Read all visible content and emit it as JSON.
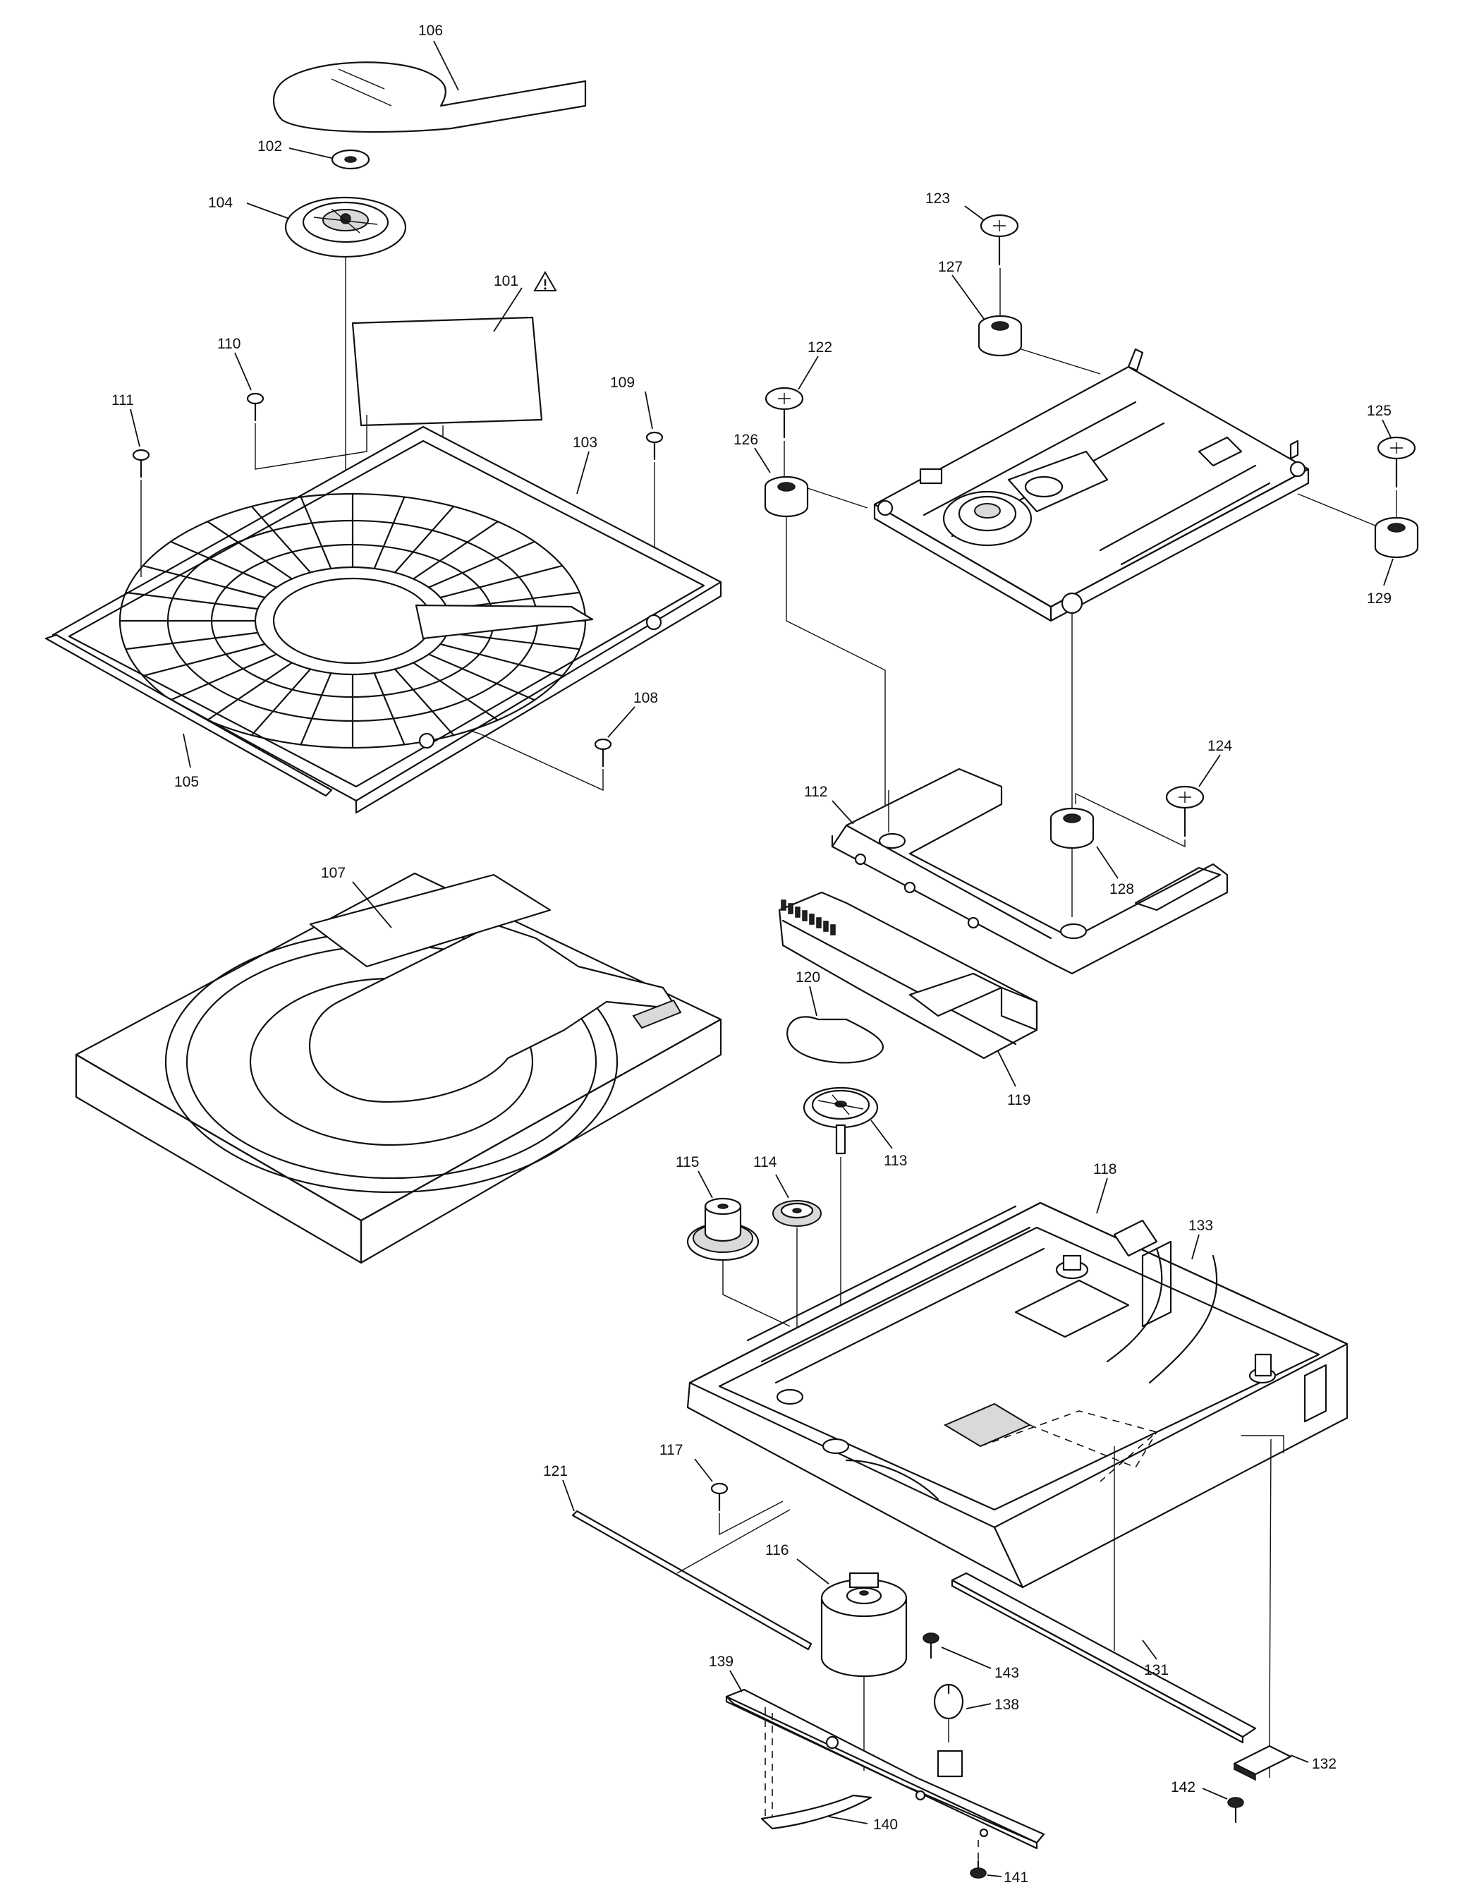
{
  "callouts": [
    {
      "id": "106",
      "text": "106"
    },
    {
      "id": "102",
      "text": "102"
    },
    {
      "id": "104",
      "text": "104"
    },
    {
      "id": "101",
      "text": "101"
    },
    {
      "id": "110",
      "text": "110"
    },
    {
      "id": "111",
      "text": "111"
    },
    {
      "id": "109",
      "text": "109"
    },
    {
      "id": "103",
      "text": "103"
    },
    {
      "id": "108",
      "text": "108"
    },
    {
      "id": "105",
      "text": "105"
    },
    {
      "id": "107",
      "text": "107"
    },
    {
      "id": "123",
      "text": "123"
    },
    {
      "id": "127",
      "text": "127"
    },
    {
      "id": "122",
      "text": "122"
    },
    {
      "id": "126",
      "text": "126"
    },
    {
      "id": "125",
      "text": "125"
    },
    {
      "id": "129",
      "text": "129"
    },
    {
      "id": "124",
      "text": "124"
    },
    {
      "id": "112",
      "text": "112"
    },
    {
      "id": "128",
      "text": "128"
    },
    {
      "id": "120",
      "text": "120"
    },
    {
      "id": "119",
      "text": "119"
    },
    {
      "id": "113",
      "text": "113"
    },
    {
      "id": "115",
      "text": "115"
    },
    {
      "id": "114",
      "text": "114"
    },
    {
      "id": "118",
      "text": "118"
    },
    {
      "id": "133",
      "text": "133"
    },
    {
      "id": "117",
      "text": "117"
    },
    {
      "id": "121",
      "text": "121"
    },
    {
      "id": "116",
      "text": "116"
    },
    {
      "id": "139",
      "text": "139"
    },
    {
      "id": "131",
      "text": "131"
    },
    {
      "id": "143",
      "text": "143"
    },
    {
      "id": "138",
      "text": "138"
    },
    {
      "id": "132",
      "text": "132"
    },
    {
      "id": "142",
      "text": "142"
    },
    {
      "id": "140",
      "text": "140"
    },
    {
      "id": "141",
      "text": "141"
    }
  ],
  "warning_symbol": "warning-triangle-icon"
}
